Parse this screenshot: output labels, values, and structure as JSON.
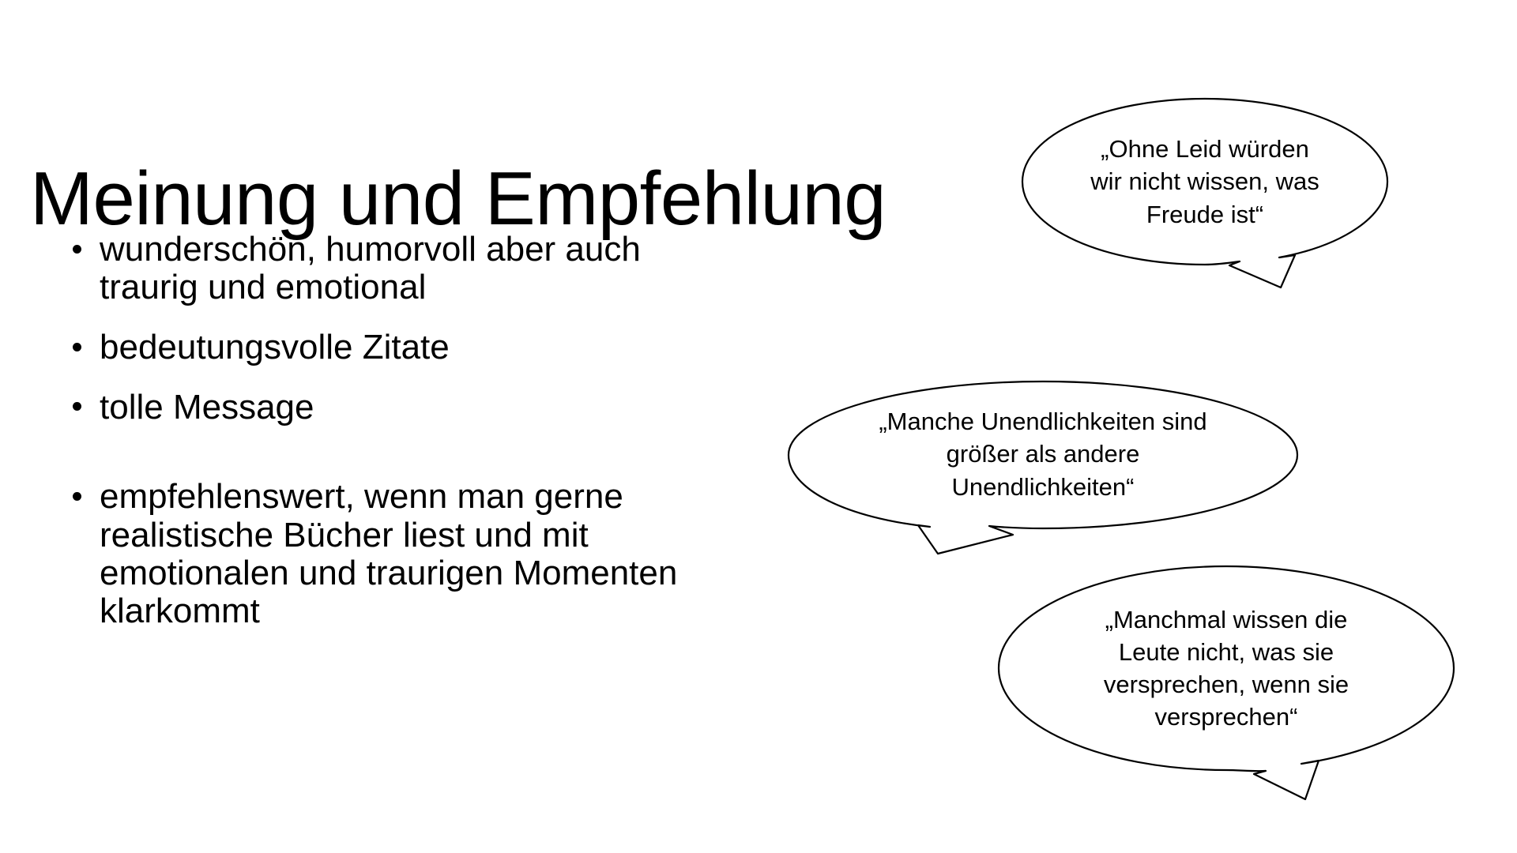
{
  "slide": {
    "title": "Meinung und Empfehlung",
    "background_color": "#FFFFFF",
    "text_color": "#000000"
  },
  "body": {
    "bullets": [
      {
        "text": "wunderschön, humorvoll aber auch traurig und emotional"
      },
      {
        "text": "bedeutungsvolle Zitate"
      },
      {
        "text": "tolle Message"
      },
      {
        "text": "empfehlenswert, wenn man gerne realistische Bücher liest und mit emotionalen und traurigen Momenten klarkommt"
      }
    ]
  },
  "bubbles": [
    {
      "id": "bubble-1",
      "quote": "„Ohne Leid würden wir nicht wissen, was Freude ist“",
      "lines": [
        "„Ohne Leid würden",
        "wir nicht wissen, was",
        "Freude ist“"
      ],
      "outline_color": "#000000",
      "fill_color": "#FFFFFF"
    },
    {
      "id": "bubble-2",
      "quote": "„Manche Unendlichkeiten sind größer als andere Unendlichkeiten“",
      "lines": [
        "„Manche Unendlichkeiten sind",
        "größer als andere",
        "Unendlichkeiten“"
      ],
      "outline_color": "#000000",
      "fill_color": "#FFFFFF"
    },
    {
      "id": "bubble-3",
      "quote": "„Manchmal wissen die Leute nicht, was sie versprechen, wenn sie versprechen“",
      "lines": [
        "„Manchmal wissen die",
        "Leute nicht, was sie",
        "versprechen, wenn sie",
        "versprechen“"
      ],
      "outline_color": "#000000",
      "fill_color": "#FFFFFF"
    }
  ]
}
